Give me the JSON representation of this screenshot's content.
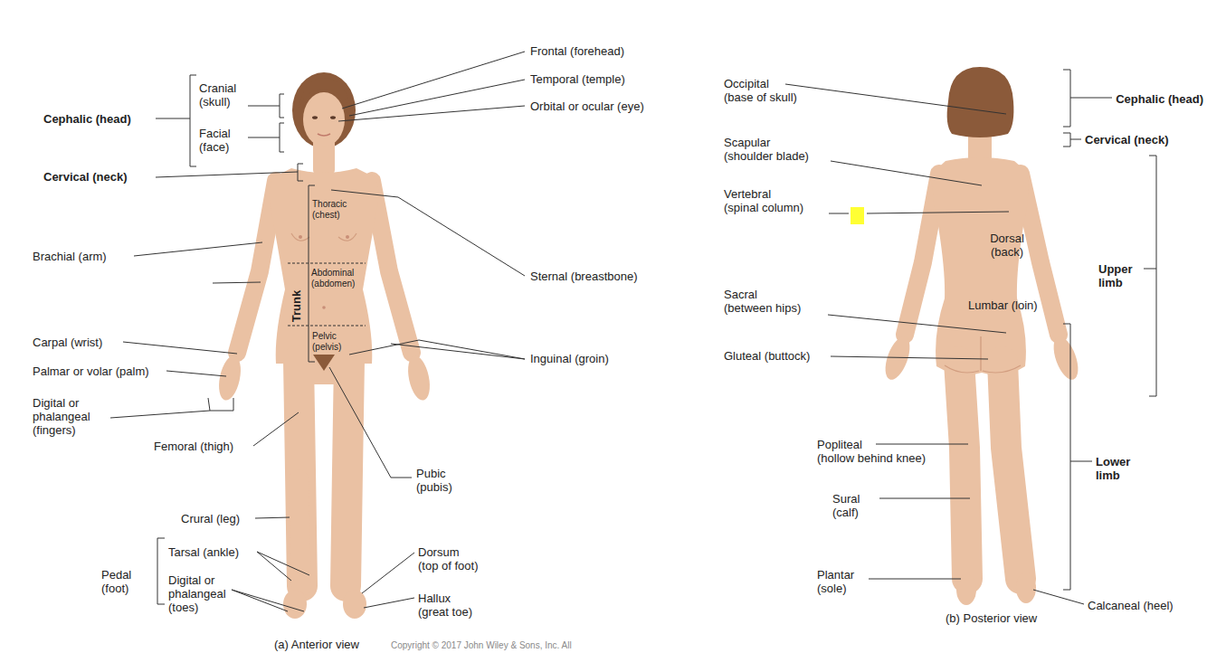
{
  "diagram": {
    "labels": [
      "Cephalic (head)",
      "Cranial (skull)",
      "Facial (face)",
      "Frontal (forehead)",
      "Temporal (temple)",
      "Orbital or ocular (eye)",
      "Cervical (neck)",
      "Thoracic (chest)",
      "Sternal (breastbone)",
      "Brachial (arm)",
      "Abdominal (abdomen)",
      "Trunk",
      "Pelvic (pelvis)",
      "Carpal (wrist)",
      "Inguinal (groin)",
      "Palmar or volar (palm)",
      "Digital or phalangeal (fingers)",
      "Femoral (thigh)",
      "Pubic (pubis)",
      "Crural (leg)",
      "Tarsal (ankle)",
      "Dorsum (top of foot)",
      "Pedal (foot)",
      "Digital or phalangeal (toes)",
      "Hallux (great toe)",
      "(a) Anterior view",
      "Copyright © 2017 John Wiley & Sons, Inc. All",
      "Occipital (base of skull)",
      "Cephalic (head)",
      "Scapular (shoulder blade)",
      "Cervical (neck)",
      "Vertebral (spinal column)",
      "Dorsal (back)",
      "Upper limb",
      "Sacral (between hips)",
      "Lumbar (loin)",
      "Gluteal (buttock)",
      "Popliteal (hollow behind knee)",
      "Lower limb",
      "Sural (calf)",
      "Plantar (sole)",
      "Calcaneal (heel)",
      "(b) Posterior view"
    ]
  }
}
